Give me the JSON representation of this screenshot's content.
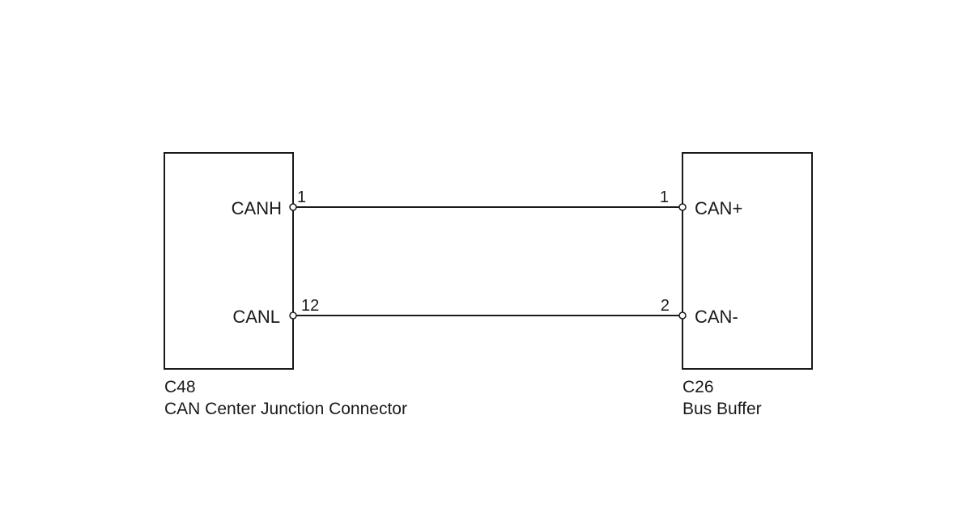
{
  "left_component": {
    "code": "C48",
    "name": "CAN Center Junction Connector",
    "signals": [
      {
        "label": "CANH",
        "pin": "1"
      },
      {
        "label": "CANL",
        "pin": "12"
      }
    ]
  },
  "right_component": {
    "code": "C26",
    "name": "Bus Buffer",
    "signals": [
      {
        "label": "CAN+",
        "pin": "1"
      },
      {
        "label": "CAN-",
        "pin": "2"
      }
    ]
  },
  "colors": {
    "line": "#1a1a1a",
    "background": "#ffffff"
  }
}
